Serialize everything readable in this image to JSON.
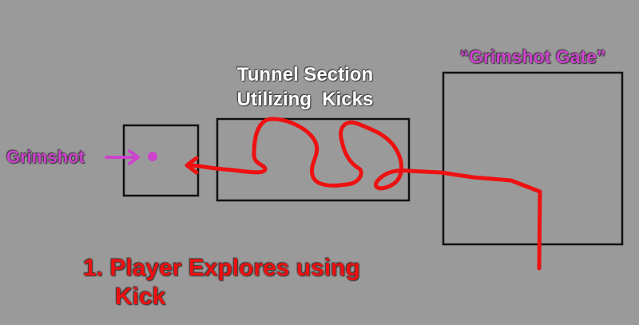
{
  "labels": {
    "tunnel_title_line1": "Tunnel Section",
    "tunnel_title_line2": "Utilizing  Kicks",
    "gate_title": "“Grimshot Gate”",
    "grimshot_label": "Grimshot",
    "step_line1": "1. Player Explores using",
    "step_line2": "Kick"
  },
  "colors": {
    "background": "#9a9a9a",
    "box_stroke": "#111111",
    "path_red": "#ee1111",
    "grimshot_magenta": "#cc44cc",
    "tunnel_text": "#ffffff"
  }
}
